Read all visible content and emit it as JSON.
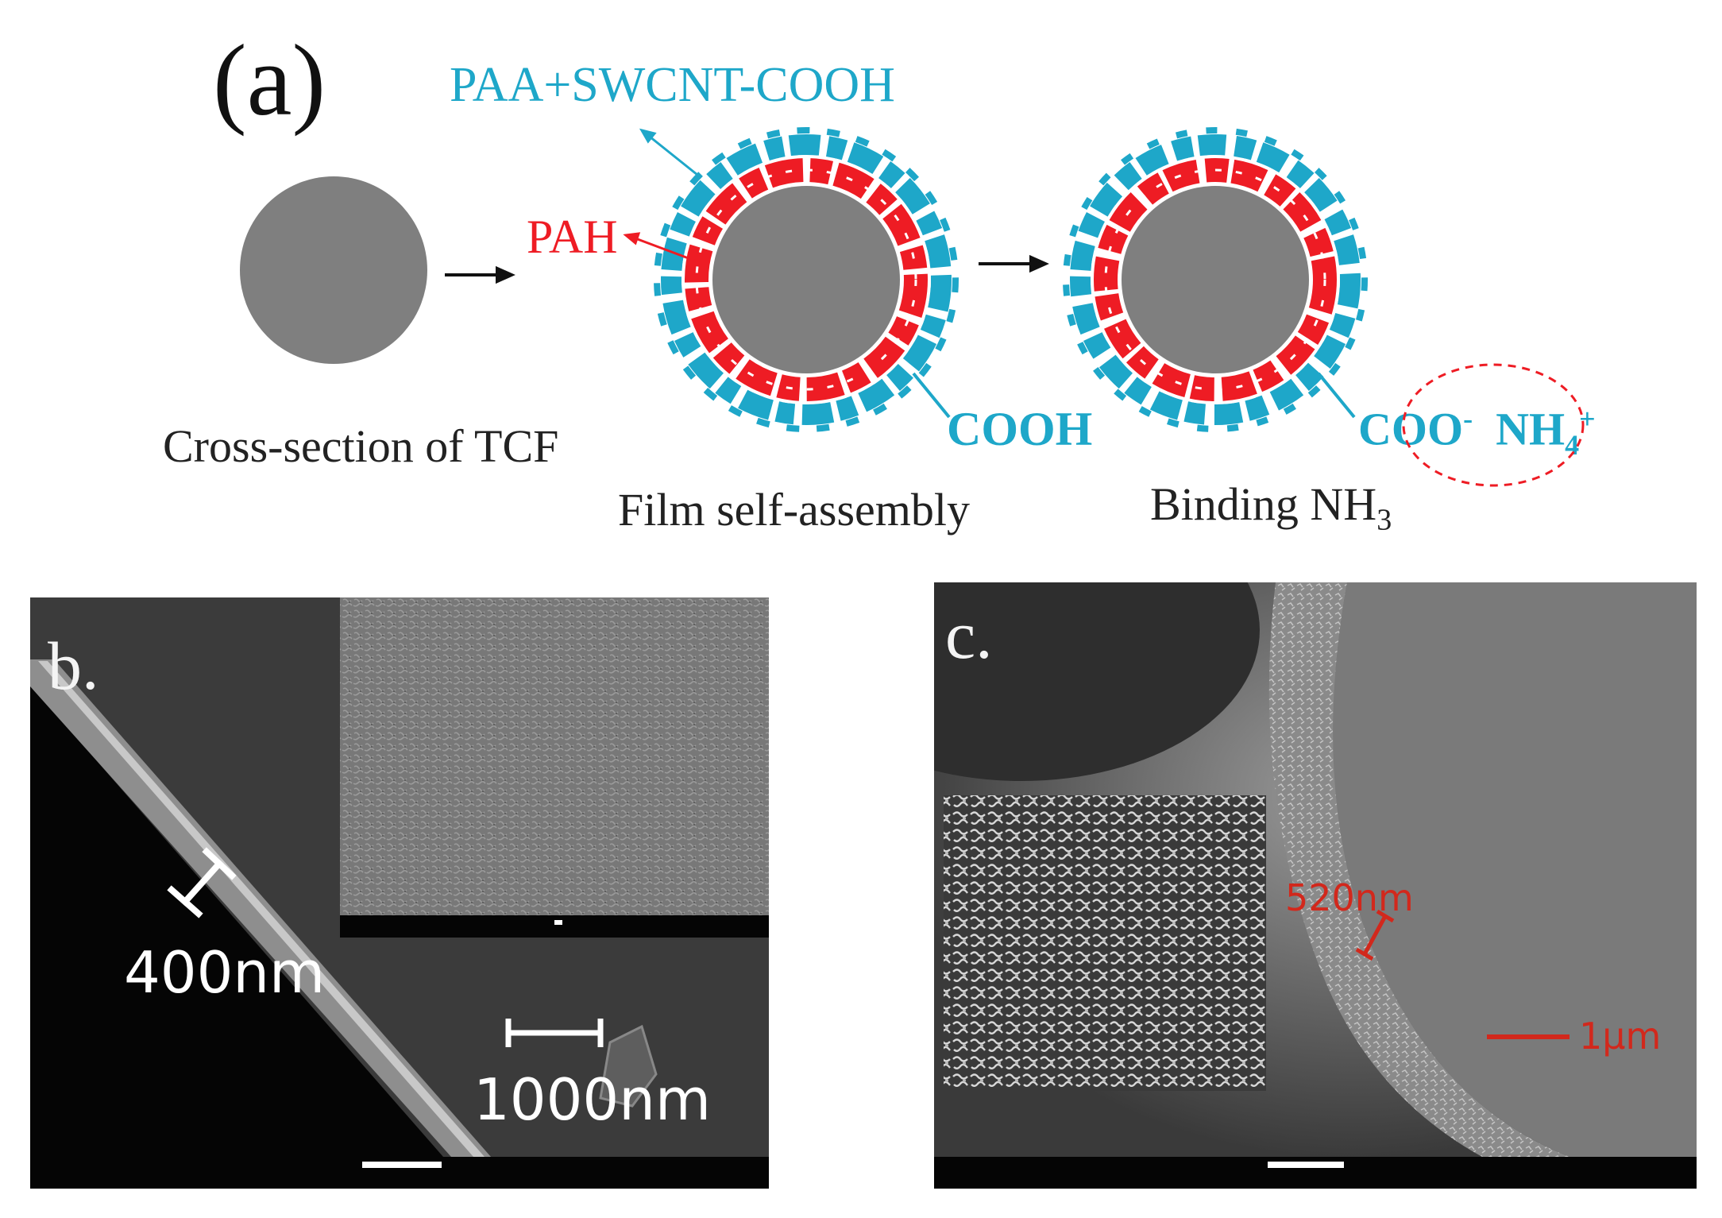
{
  "panel_a": {
    "label": "(a)",
    "layer_outer": "PAA+SWCNT-COOH",
    "layer_inner": "PAH",
    "group_left": "COOH",
    "group_right_anion": "COO",
    "group_right_anion_sup": "-",
    "group_right_cation": "NH",
    "group_right_cation_sub": "4",
    "group_right_cation_sup": "+",
    "caption_1": "Cross-section of TCF",
    "caption_2": "Film self-assembly",
    "caption_3_prefix": "Binding NH",
    "caption_3_sub": "3"
  },
  "panel_b": {
    "label": "b.",
    "scale_film": "400nm",
    "scale_bar": "1000nm"
  },
  "panel_c": {
    "label": "c.",
    "scale_film": "520nm",
    "scale_bar": "1μm"
  },
  "colors": {
    "outer_layer": "#1ea7c9",
    "inner_layer": "#ee1c24",
    "fiber": "#7f7f7f"
  }
}
